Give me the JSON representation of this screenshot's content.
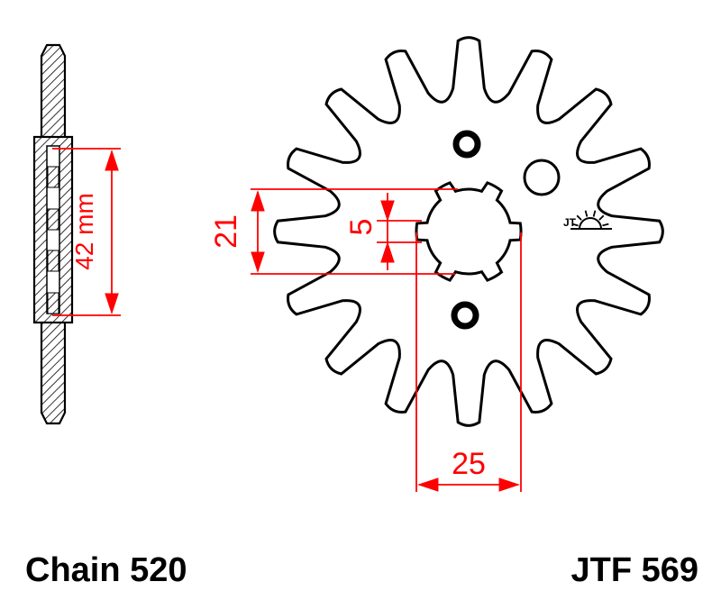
{
  "drawing": {
    "part_number": "JTF 569",
    "chain_label": "Chain 520",
    "logo_text": "JT",
    "dimensions": {
      "hub_length": "42 mm",
      "bore_diameter": "21",
      "spline_width": "5",
      "spline_outer_diameter": "25"
    },
    "colors": {
      "dimension": "#ff0000",
      "outline": "#000000",
      "background": "#ffffff"
    }
  }
}
